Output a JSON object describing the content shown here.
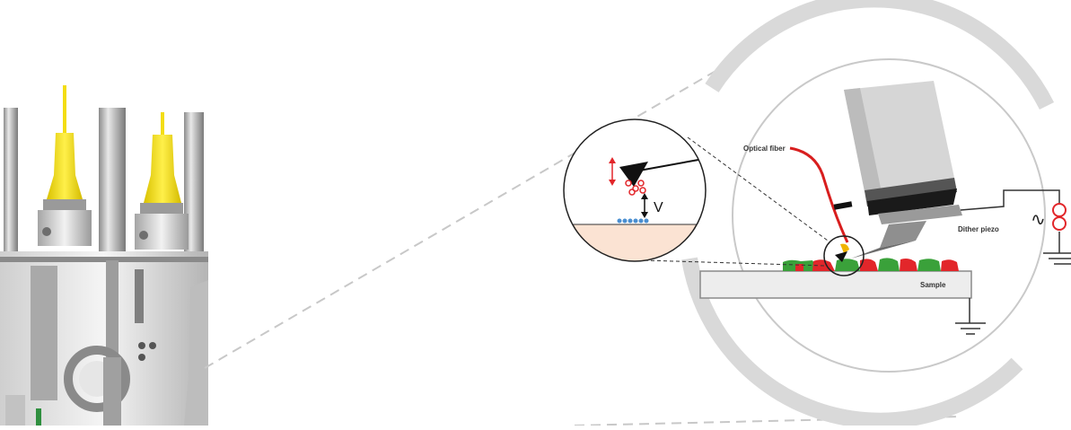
{
  "labels": {
    "optical_fiber": "Optical fiber",
    "dither_piezo": "Dither piezo",
    "sample": "Sample",
    "voltage": "V"
  },
  "symbols": {
    "ac_source": "∿"
  },
  "icons": [
    "ac-source-icon",
    "current-source-icon",
    "ground-icon"
  ],
  "colors": {
    "fiber": "#d81e1e",
    "connector_yellow": "#f3dd13",
    "sample_green": "#3aa13a",
    "sample_red": "#e2262a",
    "outer_arc": "#d9d9d9",
    "tip_yellow": "#f0b400",
    "water_layer": "#fbe3d3",
    "molecule_blue": "#4a8fd1"
  }
}
